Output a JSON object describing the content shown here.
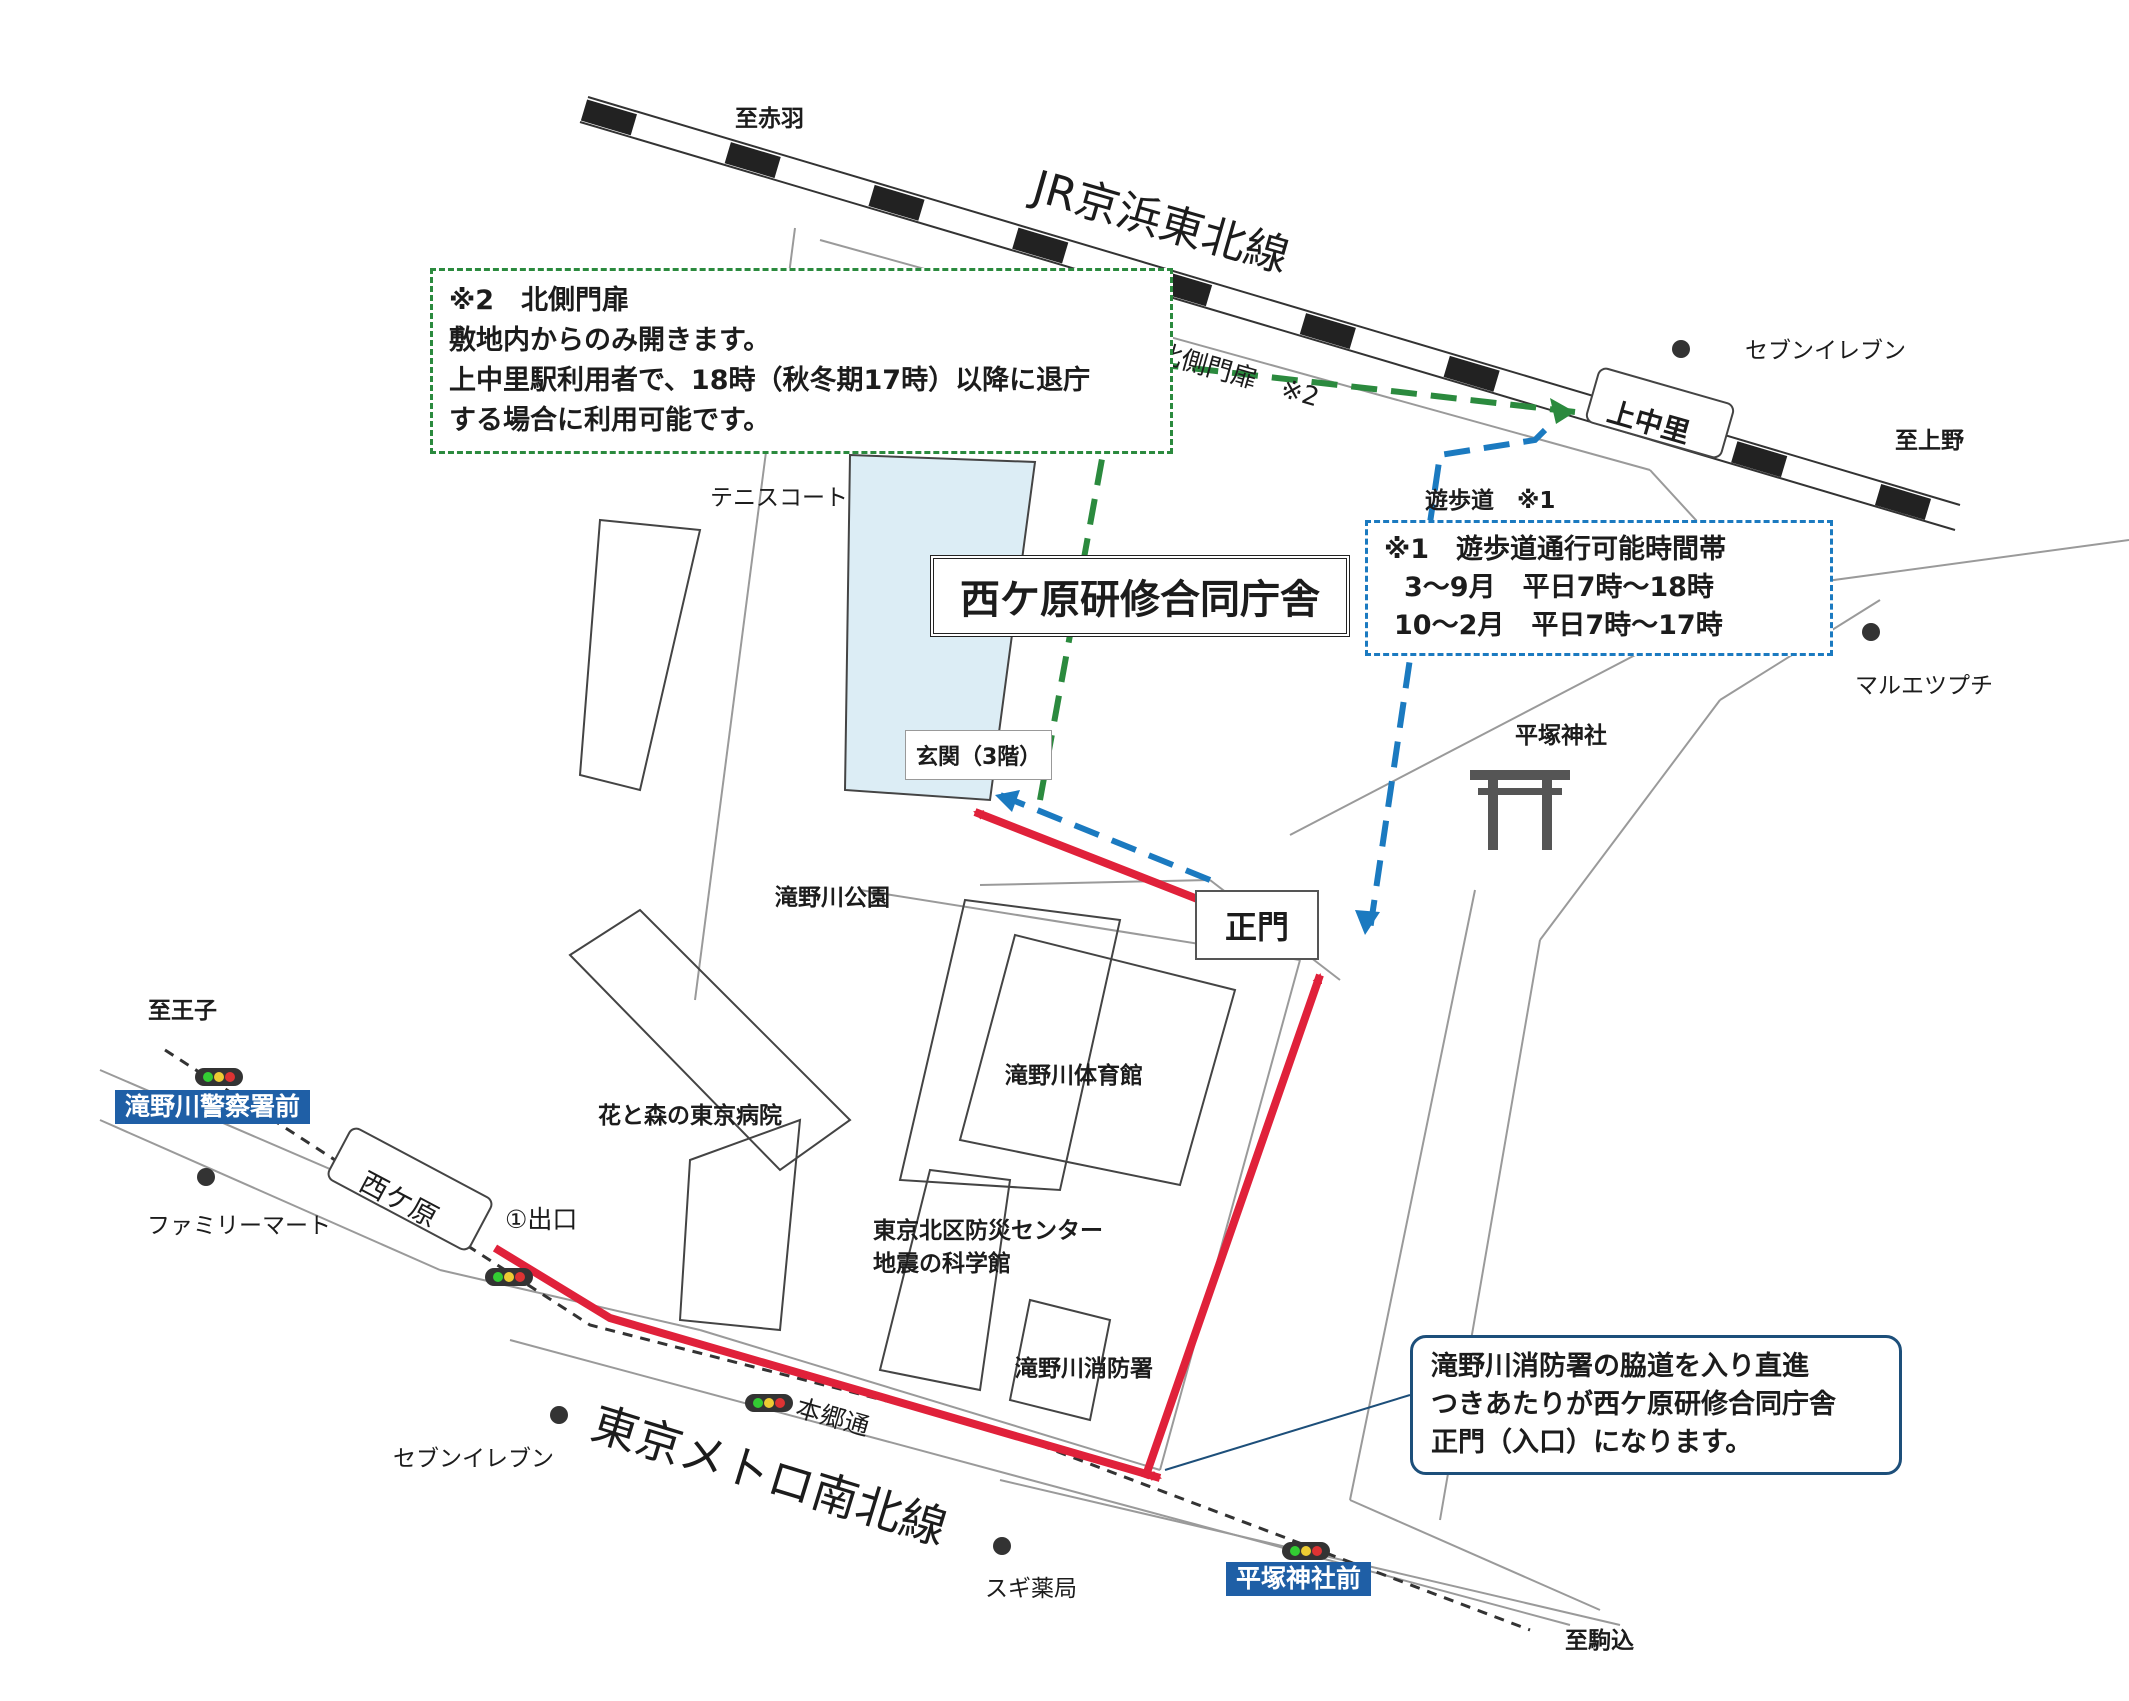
{
  "title": "西ケ原研修合同庁舎",
  "railway": {
    "jr_line": "JR京浜東北線",
    "metro_line": "東京メトロ南北線",
    "jr_station": "上中里",
    "metro_station": "西ケ原",
    "dir_akabane": "至赤羽",
    "dir_ueno": "至上野",
    "dir_oji": "至王子",
    "dir_komagome": "至駒込"
  },
  "gates": {
    "main_gate": "正門",
    "north_gate_label": "北側門扉　※2",
    "entrance": "玄関（3階）",
    "walkway": "遊歩道　※1",
    "exit1": "①出口"
  },
  "places": {
    "seven_north": "セブンイレブン",
    "maruetsu": "マルエツプチ",
    "hiratsuka_shrine": "平塚神社",
    "tennis": "テニスコート",
    "park": "滝野川公園",
    "gym": "滝野川体育館",
    "hospital": "花と森の東京病院",
    "bousai_1": "東京北区防災センター",
    "bousai_2": "地震の科学館",
    "fire_station": "滝野川消防署",
    "familymart": "ファミリーマート",
    "seven_south": "セブンイレブン",
    "sugi": "スギ薬局",
    "hongo_dori": "本郷通"
  },
  "bus_stops": {
    "police": "滝野川警察署前",
    "shrine": "平塚神社前"
  },
  "note_north_gate": {
    "line1": "※2　北側門扉",
    "line2": "敷地内からのみ開きます。",
    "line3": "上中里駅利用者で、18時（秋冬期17時）以降に退庁",
    "line4": "する場合に利用可能です。"
  },
  "note_walkway": {
    "line1": "※1　遊歩道通行可能時間帯",
    "line2": "3～9月　平日7時～18時",
    "line3": "10～2月　平日7時～17時"
  },
  "callout": {
    "line1": "滝野川消防署の脇道を入り直進",
    "line2": "つきあたりが西ケ原研修合同庁舎",
    "line3": "正門（入口）になります。"
  },
  "colors": {
    "route_red": "#e0213a",
    "route_green": "#2b8a3e",
    "route_blue": "#1b7ac0",
    "building_fill": "#dcedf5",
    "bus_stop": "#1f5fa6"
  }
}
